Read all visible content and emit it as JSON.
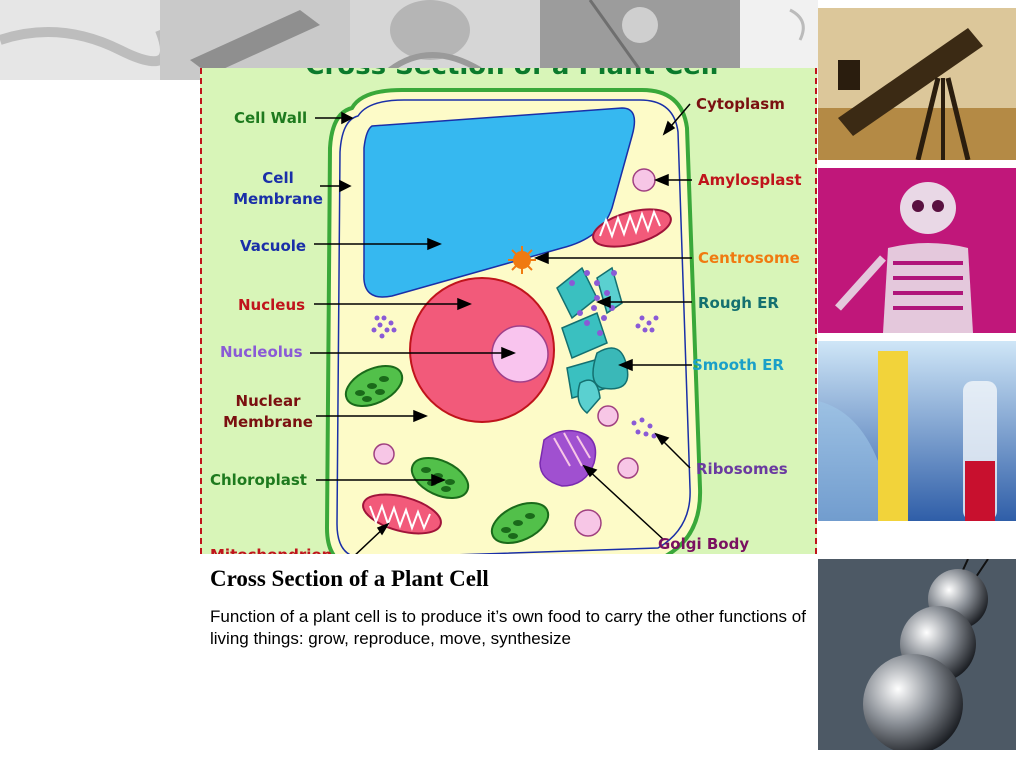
{
  "diagram": {
    "title": "Cross Section of a Plant Cell",
    "labels": {
      "cell_wall": "Cell Wall",
      "cell_membrane_1": "Cell",
      "cell_membrane_2": "Membrane",
      "vacuole": "Vacuole",
      "nucleus": "Nucleus",
      "nucleolus": "Nucleolus",
      "nuclear_membrane_1": "Nuclear",
      "nuclear_membrane_2": "Membrane",
      "chloroplast": "Chloroplast",
      "mitochondrion": "Mitochondrion",
      "cytoplasm": "Cytoplasm",
      "amylosplast": "Amylosplast",
      "centrosome": "Centrosome",
      "rough_er": "Rough ER",
      "smooth_er": "Smooth ER",
      "ribosomes": "Ribosomes",
      "golgi_body": "Golgi Body"
    },
    "colors": {
      "background": "#d8f5b8",
      "cell_wall": "#3aa83a",
      "cytoplasm": "#fdfbc8",
      "vacuole": "#36b8f0",
      "nucleus": "#f25a7a",
      "nucleolus": "#f9c4ee",
      "label_green": "#1e7a1e",
      "label_blue": "#1a2fa8",
      "label_red": "#c0141c",
      "label_purple": "#8a5ad6",
      "label_brown": "#7a1010",
      "label_orange": "#f07a10",
      "label_teal": "#147070",
      "label_cyan": "#1aa0c8",
      "label_violet": "#6a3aa0"
    }
  },
  "slide": {
    "title": "Cross Section of a Plant Cell",
    "body": "Function of a plant cell is to produce it’s own food to carry the other functions of living things: grow, reproduce, move, synthesize"
  },
  "side_images": [
    "telescope-image",
    "skeleton-image",
    "test-tubes-image",
    "newtons-cradle-image"
  ]
}
